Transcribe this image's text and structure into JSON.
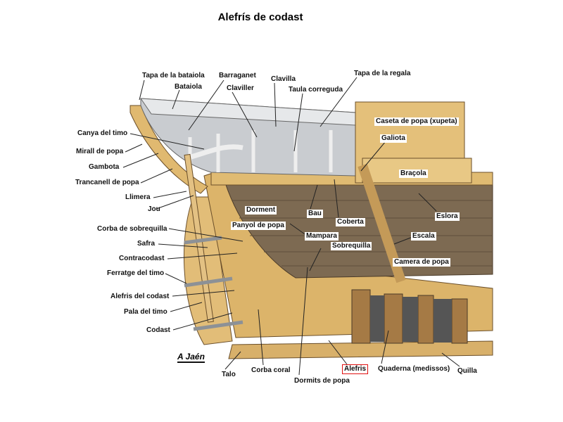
{
  "title": "Alefrís de codast",
  "signature": "A Jaén",
  "labels": {
    "tapa_bataiola": "Tapa de la bataiola",
    "bataiola": "Bataiola",
    "barraganet": "Barraganet",
    "claviller": "Claviller",
    "clavilla": "Clavilla",
    "taula_correguda": "Taula correguda",
    "tapa_regala": "Tapa de la regala",
    "canya_timo": "Canya del timo",
    "mirall_popa": "Mirall de popa",
    "gambota": "Gambota",
    "trancanell_popa": "Trancanell de popa",
    "llimera": "Llimera",
    "jou": "Jou",
    "corba_sobrequilla": "Corba de sobrequilla",
    "safra": "Safra",
    "contracodast": "Contracodast",
    "ferratge_timo": "Ferratge del timo",
    "alefris_codast": "Alefris del codast",
    "pala_timo": "Pala del timo",
    "codast": "Codast",
    "talo": "Talo",
    "corba_coral": "Corba coral",
    "dormits_popa": "Dormits de popa",
    "alefris": "Alefris",
    "quaderna": "Quaderna (medissos)",
    "quilla": "Quilla",
    "dorment": "Dorment",
    "panyol_popa": "Panyol de popa",
    "bau": "Bau",
    "coberta": "Coberta",
    "mampara": "Mampara",
    "sobrequilla": "Sobrequilla",
    "caseta_popa": "Caseta de popa (xupeta)",
    "galiota": "Galiota",
    "bracola": "Braçola",
    "eslora": "Eslora",
    "escala": "Escala",
    "camera_popa": "Camera de popa"
  },
  "colors": {
    "wood": "#dcb46a",
    "wood_dark": "#8a6a45",
    "planks": "#7d6a52",
    "rail": "#d8dadc",
    "highlight": "#e01010"
  }
}
